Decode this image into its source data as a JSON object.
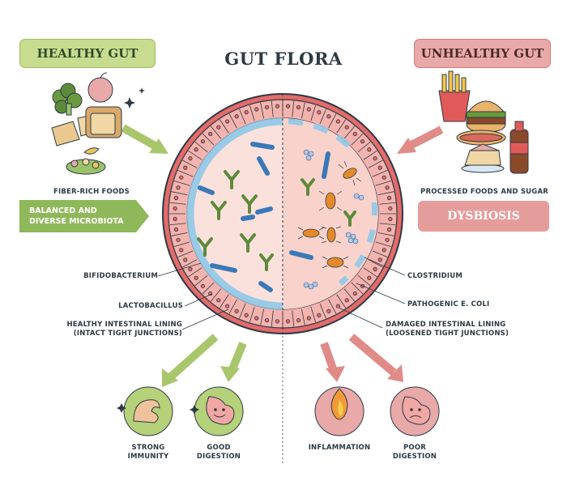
{
  "title": "GUT FLORA",
  "healthy": {
    "heading": "HEALTHY GUT",
    "food_label": "FIBER-RICH FOODS",
    "banner_line1": "BALANCED AND",
    "banner_line2": "DIVERSE MICROBIOTA"
  },
  "unhealthy": {
    "heading": "UNHEALTHY GUT",
    "food_label": "PROCESSED FOODS AND SUGAR",
    "banner": "DYSBIOSIS"
  },
  "labels": {
    "bifidobacterium": "BIFIDOBACTERIUM",
    "lactobacillus": "LACTOBACILLUS",
    "healthy_lining_1": "HEALTHY INTESTINAL LINING",
    "healthy_lining_2": "(INTACT TIGHT JUNCTIONS)",
    "clostridium": "CLOSTRIDIUM",
    "ecoli": "PATHOGENIC E. COLI",
    "damaged_lining_1": "DAMAGED INTESTINAL LINING",
    "damaged_lining_2": "(LOOSENED TIGHT JUNCTIONS)"
  },
  "outcomes": {
    "immunity_1": "STRONG",
    "immunity_2": "IMMUNITY",
    "digestion_1": "GOOD",
    "digestion_2": "DIGESTION",
    "inflammation": "INFLAMMATION",
    "poor_1": "POOR",
    "poor_2": "DIGESTION"
  },
  "colors": {
    "healthy_green": "#8fb85a",
    "unhealthy_red": "#e08b88",
    "ring_red": "#e05a5a",
    "mucus_blue": "#8ec9e8"
  }
}
